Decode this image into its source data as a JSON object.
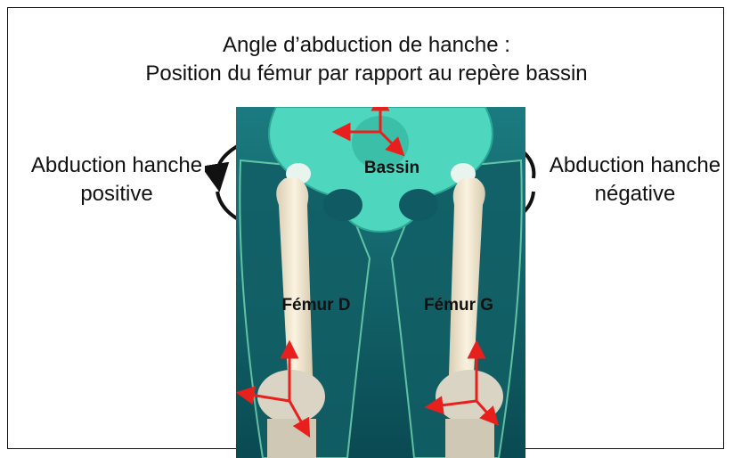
{
  "title": {
    "line1": "Angle d’abduction de hanche :",
    "line2": "Position du fémur par rapport au repère bassin"
  },
  "left_label": {
    "line1": "Abduction hanche",
    "line2": "positive"
  },
  "right_label": {
    "line1": "Abduction hanche",
    "line2": "négative"
  },
  "anatomy_labels": {
    "pelvis": "Bassin",
    "femur_right": "Fémur D",
    "femur_left": "Fémur G"
  },
  "colors": {
    "background": "#0f5a63",
    "bone_cyan": "#5fe0c8",
    "femur_bone": "#f2e6cc",
    "axis_arrow": "#e8201d",
    "rotation_arrow": "#111111"
  }
}
